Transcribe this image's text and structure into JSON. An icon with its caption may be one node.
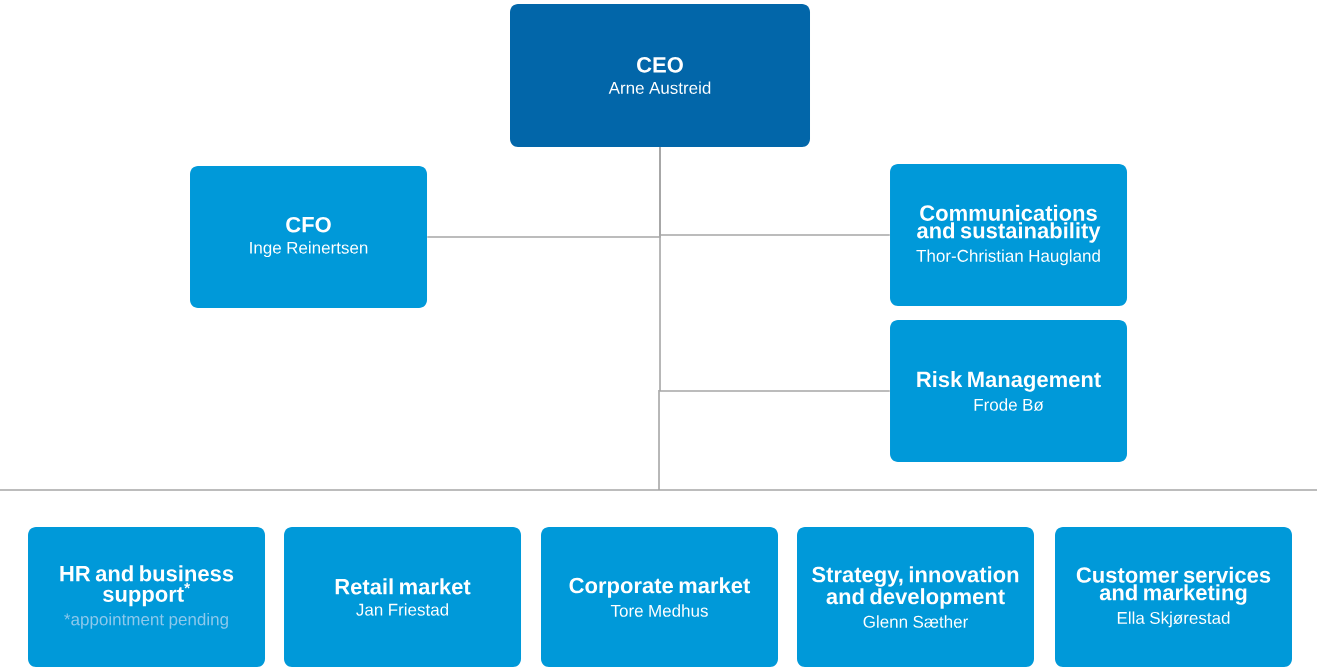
{
  "diagram": {
    "nodes": [
      {
        "text": [
          "CEO",
          "Arne Austreid"
        ]
      },
      {
        "text": [
          "CFO",
          "Inge Reinertsen"
        ]
      },
      {
        "text": [
          "Communications and sustainability",
          "Thor-Christian Haugland"
        ]
      },
      {
        "text": [
          "Risk Management",
          "Frode Bø"
        ]
      },
      {
        "text": [
          "HR and business support$^{*}$",
          "*appointment pending"
        ]
      },
      {
        "text": [
          "Retail market",
          "Jan Friestad"
        ]
      },
      {
        "text": [
          "Corporate market",
          "Tore Medhus"
        ]
      },
      {
        "text": [
          "Strategy, innovation and development",
          "Glenn Sæther"
        ]
      },
      {
        "text": [
          "Customer services and marketing",
          "Ella Skjørestad"
        ]
      }
    ],
    "edges": [
      {
        "from": 0,
        "to": 1,
        "arrow": "none"
      },
      {
        "from": 0,
        "to": 2,
        "arrow": "none"
      },
      {
        "from": 0,
        "to": 3,
        "arrow": "none"
      }
    ]
  }
}
